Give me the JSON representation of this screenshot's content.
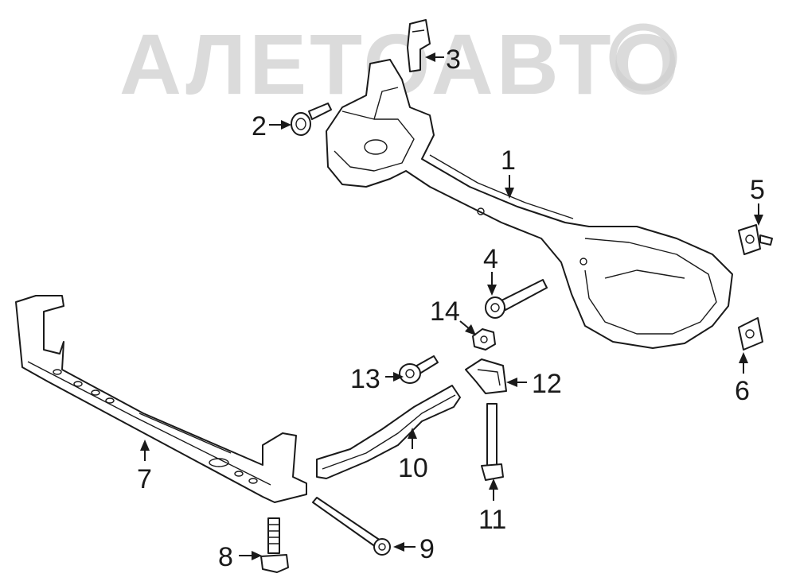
{
  "watermark": {
    "text": "АЛЕТОАВТО",
    "color": "#c8c8c8"
  },
  "colors": {
    "line": "#1a1a1a",
    "background": "#ffffff"
  },
  "callouts": {
    "c1": "1",
    "c2": "2",
    "c3": "3",
    "c4": "4",
    "c5": "5",
    "c6": "6",
    "c7": "7",
    "c8": "8",
    "c9": "9",
    "c10": "10",
    "c11": "11",
    "c12": "12",
    "c13": "13",
    "c14": "14"
  }
}
